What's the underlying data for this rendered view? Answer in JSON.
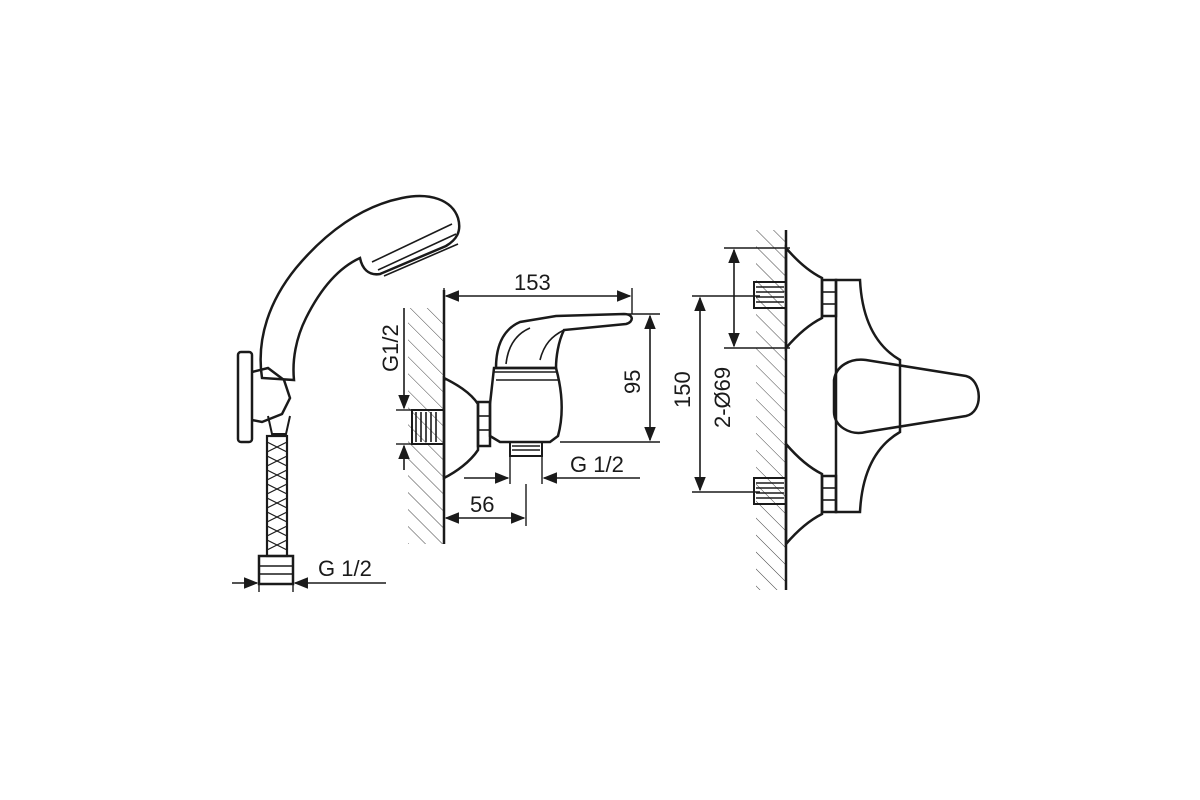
{
  "drawing": {
    "shower_head_view": {
      "hose_thread_label": "G 1/2"
    },
    "side_view": {
      "width_label": "153",
      "height_label": "95",
      "wall_thread_label": "G1/2",
      "outlet_thread_label": "G 1/2",
      "wall_offset_label": "56"
    },
    "front_view": {
      "spacing_label": "150",
      "flange_label": "2-Ø69"
    }
  }
}
